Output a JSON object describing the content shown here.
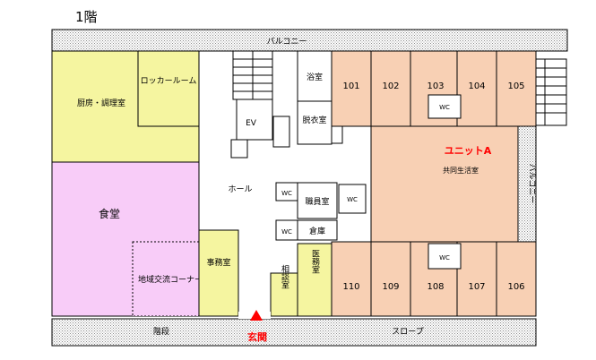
{
  "floor_title": "1階",
  "balcony_top": "バルコニー",
  "balcony_right": "バルコニー",
  "stairs_label": "階段",
  "slope_label": "スロープ",
  "entrance_label": "玄関",
  "rooms": {
    "kitchen": "厨房・調理室",
    "locker": "ロッカールーム",
    "dining": "食堂",
    "community_corner": "地域交流コーナー",
    "office": "事務室",
    "consultation": "相談室",
    "medical": "医務室",
    "hall": "ホール",
    "elevator": "EV",
    "bath": "浴室",
    "changing": "脱衣室",
    "staff_room": "職員室",
    "storage": "倉庫",
    "wc": "WC",
    "unit_name": "ユニットA",
    "common_living": "共同生活室"
  },
  "room_numbers_top": [
    "101",
    "102",
    "103",
    "104",
    "105"
  ],
  "room_numbers_bottom": [
    "110",
    "109",
    "108",
    "107",
    "106"
  ],
  "colors": {
    "kitchen_fill": "#f5f5a0",
    "dining_fill": "#f8ccf8",
    "unit_fill": "#f8d0b4",
    "hatch": "#9a9a9a",
    "accent": "#ff0000"
  }
}
